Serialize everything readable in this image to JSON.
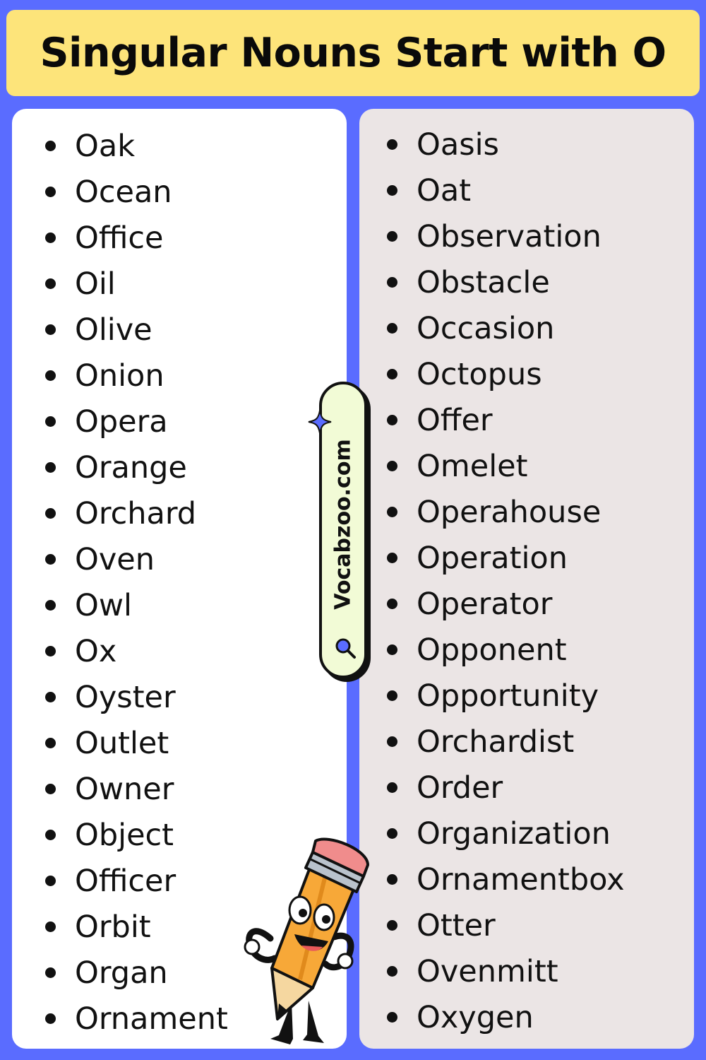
{
  "title": "Singular Nouns Start with O",
  "watermark": "Vocabzoo.com",
  "colors": {
    "background": "#5a6cff",
    "title_bar": "#fde47a",
    "left_panel": "#ffffff",
    "right_panel": "#ebe5e5",
    "badge": "#f2fbd6",
    "accent": "#5a6cff"
  },
  "icons": [
    "search-icon",
    "sparkle-icon",
    "pencil-mascot"
  ],
  "left_column": [
    "Oak",
    "Ocean",
    "Office",
    "Oil",
    "Olive",
    "Onion",
    "Opera",
    "Orange",
    "Orchard",
    "Oven",
    "Owl",
    "Ox",
    "Oyster",
    "Outlet",
    "Owner",
    "Object",
    "Officer",
    "Orbit",
    "Organ",
    "Ornament"
  ],
  "right_column": [
    "Oasis",
    "Oat",
    "Observation",
    "Obstacle",
    "Occasion",
    "Octopus",
    "Offer",
    "Omelet",
    "Operahouse",
    "Operation",
    "Operator",
    "Opponent",
    "Opportunity",
    "Orchardist",
    "Order",
    "Organization",
    "Ornamentbox",
    "Otter",
    "Ovenmitt",
    "Oxygen"
  ]
}
